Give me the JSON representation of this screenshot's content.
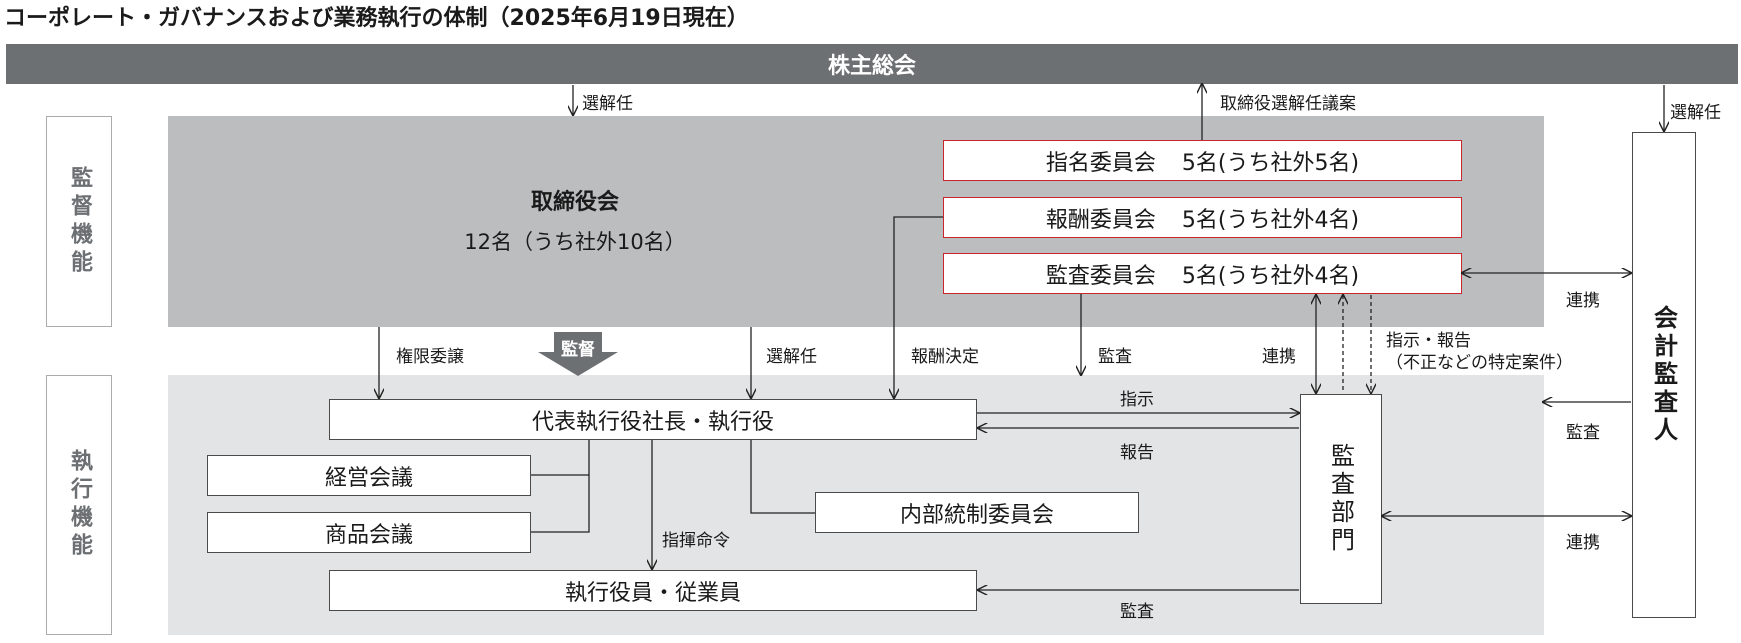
{
  "title": "コーポレート・ガバナンスおよび業務執行の体制（2025年6月19日現在）",
  "shareholders_meeting": "株主総会",
  "side_labels": {
    "supervision": "監督機能",
    "execution": "執行機能"
  },
  "board": {
    "name": "取締役会",
    "members": "12名（うち社外10名）"
  },
  "committees": [
    {
      "name": "指名委員会",
      "members": "5名(うち社外5名)"
    },
    {
      "name": "報酬委員会",
      "members": "5名(うち社外4名)"
    },
    {
      "name": "監査委員会",
      "members": "5名(うち社外4名)"
    }
  ],
  "boxes": {
    "ceo": "代表執行役社長・執行役",
    "management_meeting": "経営会議",
    "product_meeting": "商品会議",
    "internal_control": "内部統制委員会",
    "staff": "執行役員・従業員",
    "audit_dept": "監査部門",
    "external_auditor": "会計監査人"
  },
  "labels": {
    "elect_dismiss_board": "選解任",
    "director_proposal": "取締役選解任議案",
    "elect_dismiss_auditor": "選解任",
    "delegation": "権限委譲",
    "supervision_arrow": "監督",
    "elect_dismiss_exec": "選解任",
    "compensation_decision": "報酬決定",
    "audit_committee_audit": "監査",
    "cooperation_1": "連携",
    "instruction_report_1": "指示・報告",
    "instruction_report_2": "（不正などの特定案件）",
    "cooperation_2": "連携",
    "instruction": "指示",
    "report": "報告",
    "auditor_audit": "監査",
    "command": "指揮命令",
    "cooperation_3": "連携",
    "dept_audit": "監査"
  }
}
